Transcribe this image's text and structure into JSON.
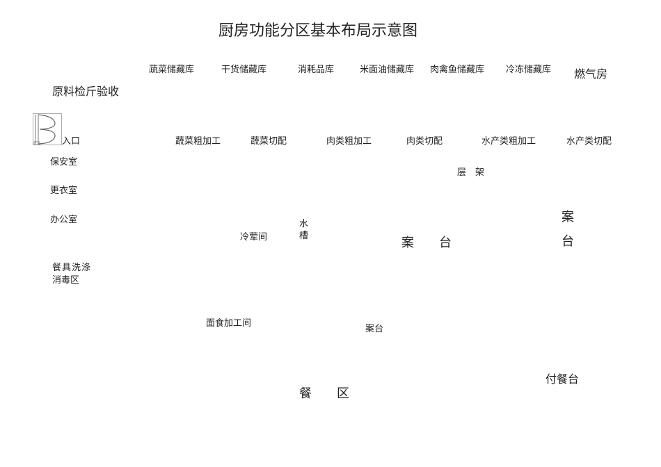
{
  "title": "厨房功能分区基本布局示意图",
  "storage_row": [
    "蔬菜储藏库",
    "干货储藏库",
    "消耗品库",
    "米面油储藏库",
    "肉禽鱼储藏库",
    "冷冻储藏库"
  ],
  "gas_room": "燃气房",
  "receiving": "原料检斤验收",
  "entrance": "入口",
  "processing_row": [
    "蔬菜粗加工",
    "蔬菜切配",
    "肉类粗加工",
    "肉类切配",
    "水产类粗加工",
    "水产类切配"
  ],
  "left_rooms": {
    "security": "保安室",
    "locker": "更衣室",
    "office": "办公室",
    "dish_wash_line1": "餐具洗涤",
    "dish_wash_line2": "消毒区"
  },
  "shelf": "层　架",
  "cold_dish_room": "冷荤间",
  "sink_line1": "水",
  "sink_line2": "槽",
  "worktable_center": "案　　台",
  "worktable_right_line1": "案",
  "worktable_right_line2": "台",
  "pastry_room": "面食加工间",
  "worktable_small": "案台",
  "serving_counter": "付餐台",
  "dining_area": "餐　　区"
}
